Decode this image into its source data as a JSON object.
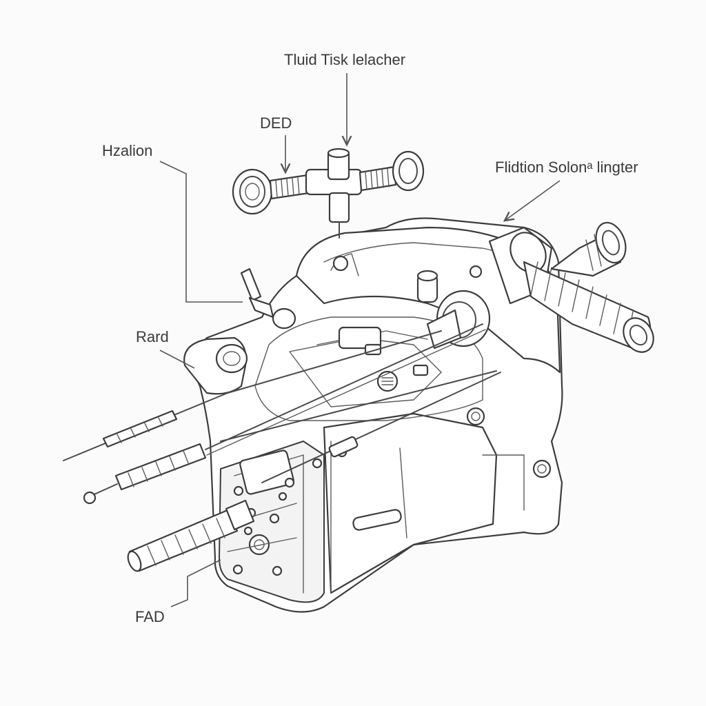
{
  "diagram": {
    "labels": {
      "top": "Tluid Tisk lelacher",
      "ded": "DED",
      "hzalion": "Hzalion",
      "flidtion": "Flidtion Solonᵃ lingter",
      "rard": "Rard",
      "fad": "FAD"
    }
  }
}
